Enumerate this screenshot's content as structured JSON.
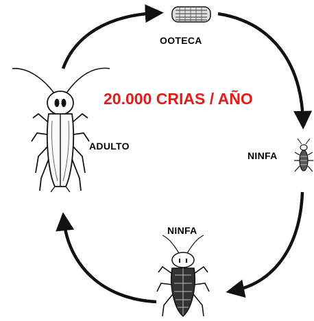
{
  "diagram": {
    "title": "20.000 CRIAS / AÑO",
    "stages": {
      "ooteca": "OOTECA",
      "ninfa_small": "NINFA",
      "ninfa_large": "NINFA",
      "adulto": "ADULTO"
    }
  },
  "colors": {
    "title": "#e41b17",
    "ink": "#111111",
    "background": "#ffffff"
  },
  "icons": [
    "ootheca-icon",
    "small-nymph-cockroach-icon",
    "large-nymph-cockroach-icon",
    "adult-cockroach-icon",
    "cycle-arrow-icon"
  ]
}
